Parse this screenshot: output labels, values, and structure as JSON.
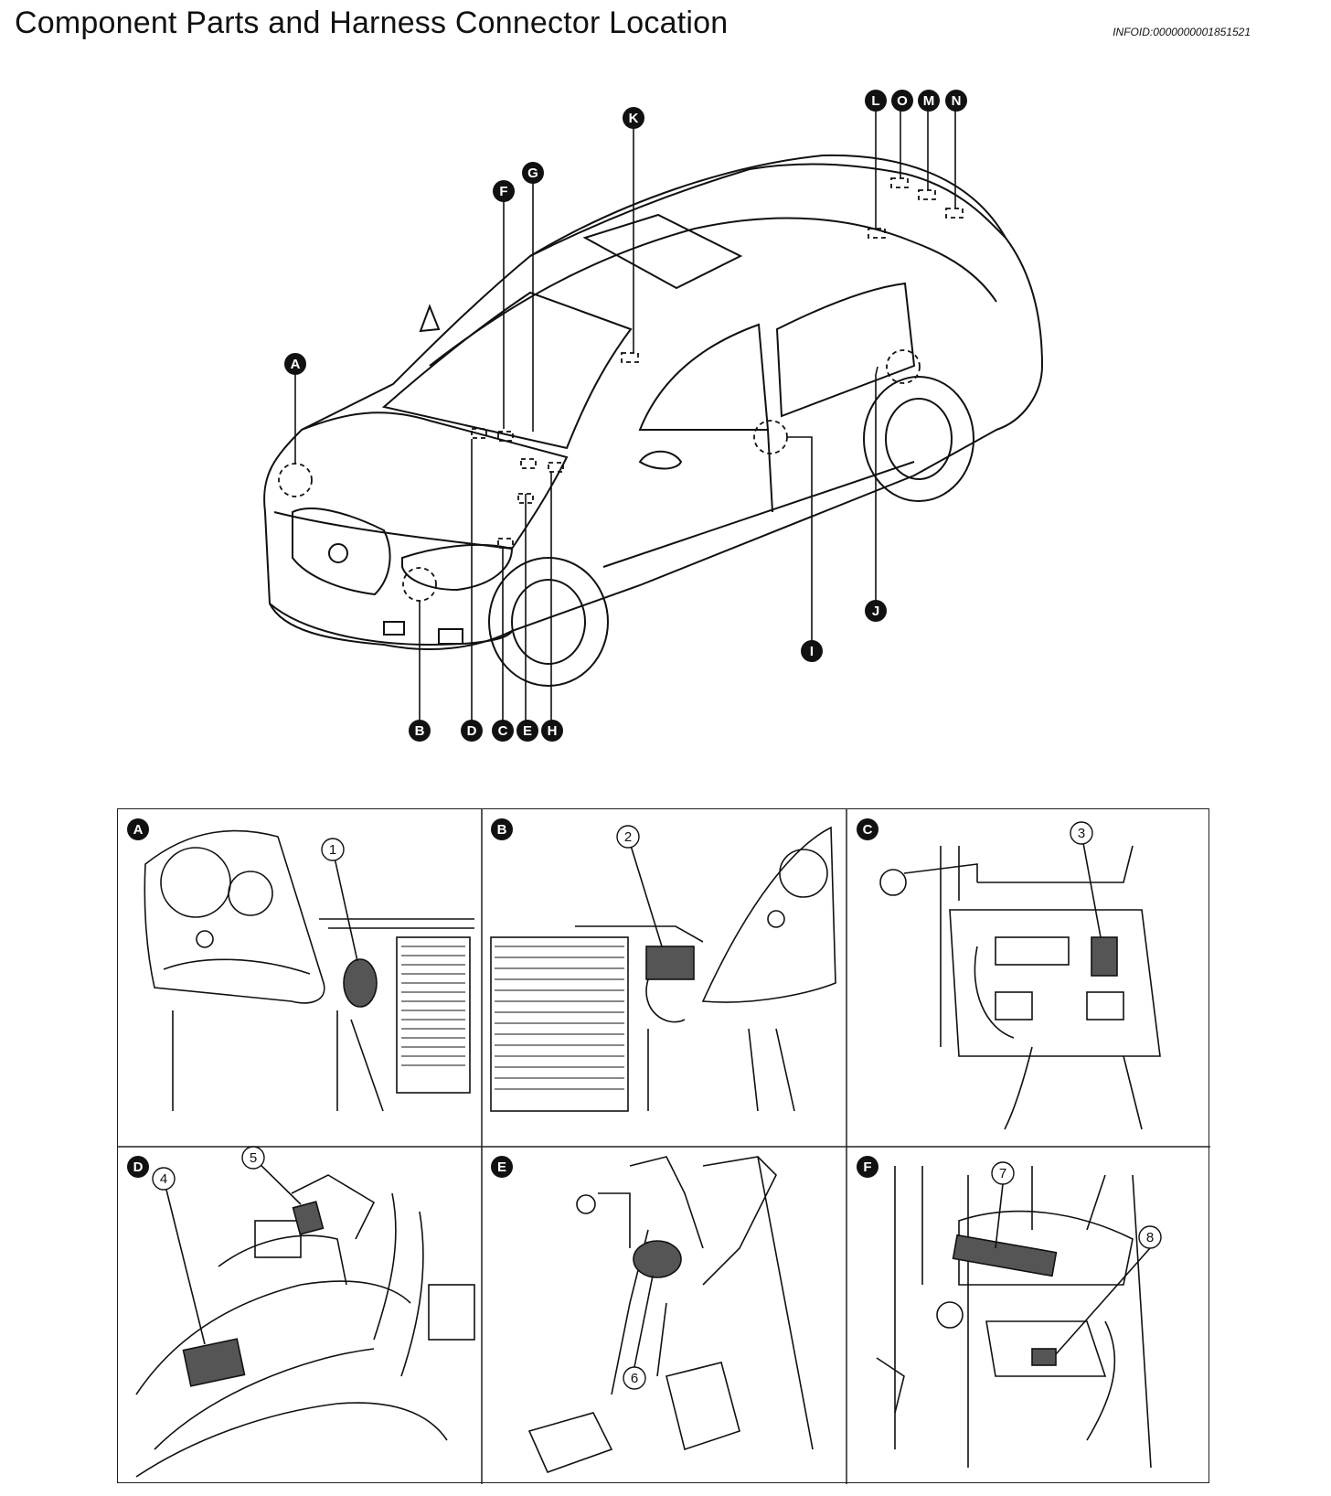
{
  "header": {
    "title": "Component Parts and Harness Connector Location",
    "info_id": "INFOID:0000000001851521"
  },
  "overview": {
    "callouts": [
      "A",
      "B",
      "C",
      "D",
      "E",
      "F",
      "G",
      "H",
      "I",
      "J",
      "K",
      "L",
      "M",
      "N",
      "O"
    ]
  },
  "detail_views": [
    {
      "letter": "A",
      "numbers": [
        "1"
      ]
    },
    {
      "letter": "B",
      "numbers": [
        "2"
      ]
    },
    {
      "letter": "C",
      "numbers": [
        "3"
      ]
    },
    {
      "letter": "D",
      "numbers": [
        "4",
        "5"
      ]
    },
    {
      "letter": "E",
      "numbers": [
        "6"
      ]
    },
    {
      "letter": "F",
      "numbers": [
        "7",
        "8"
      ]
    }
  ]
}
